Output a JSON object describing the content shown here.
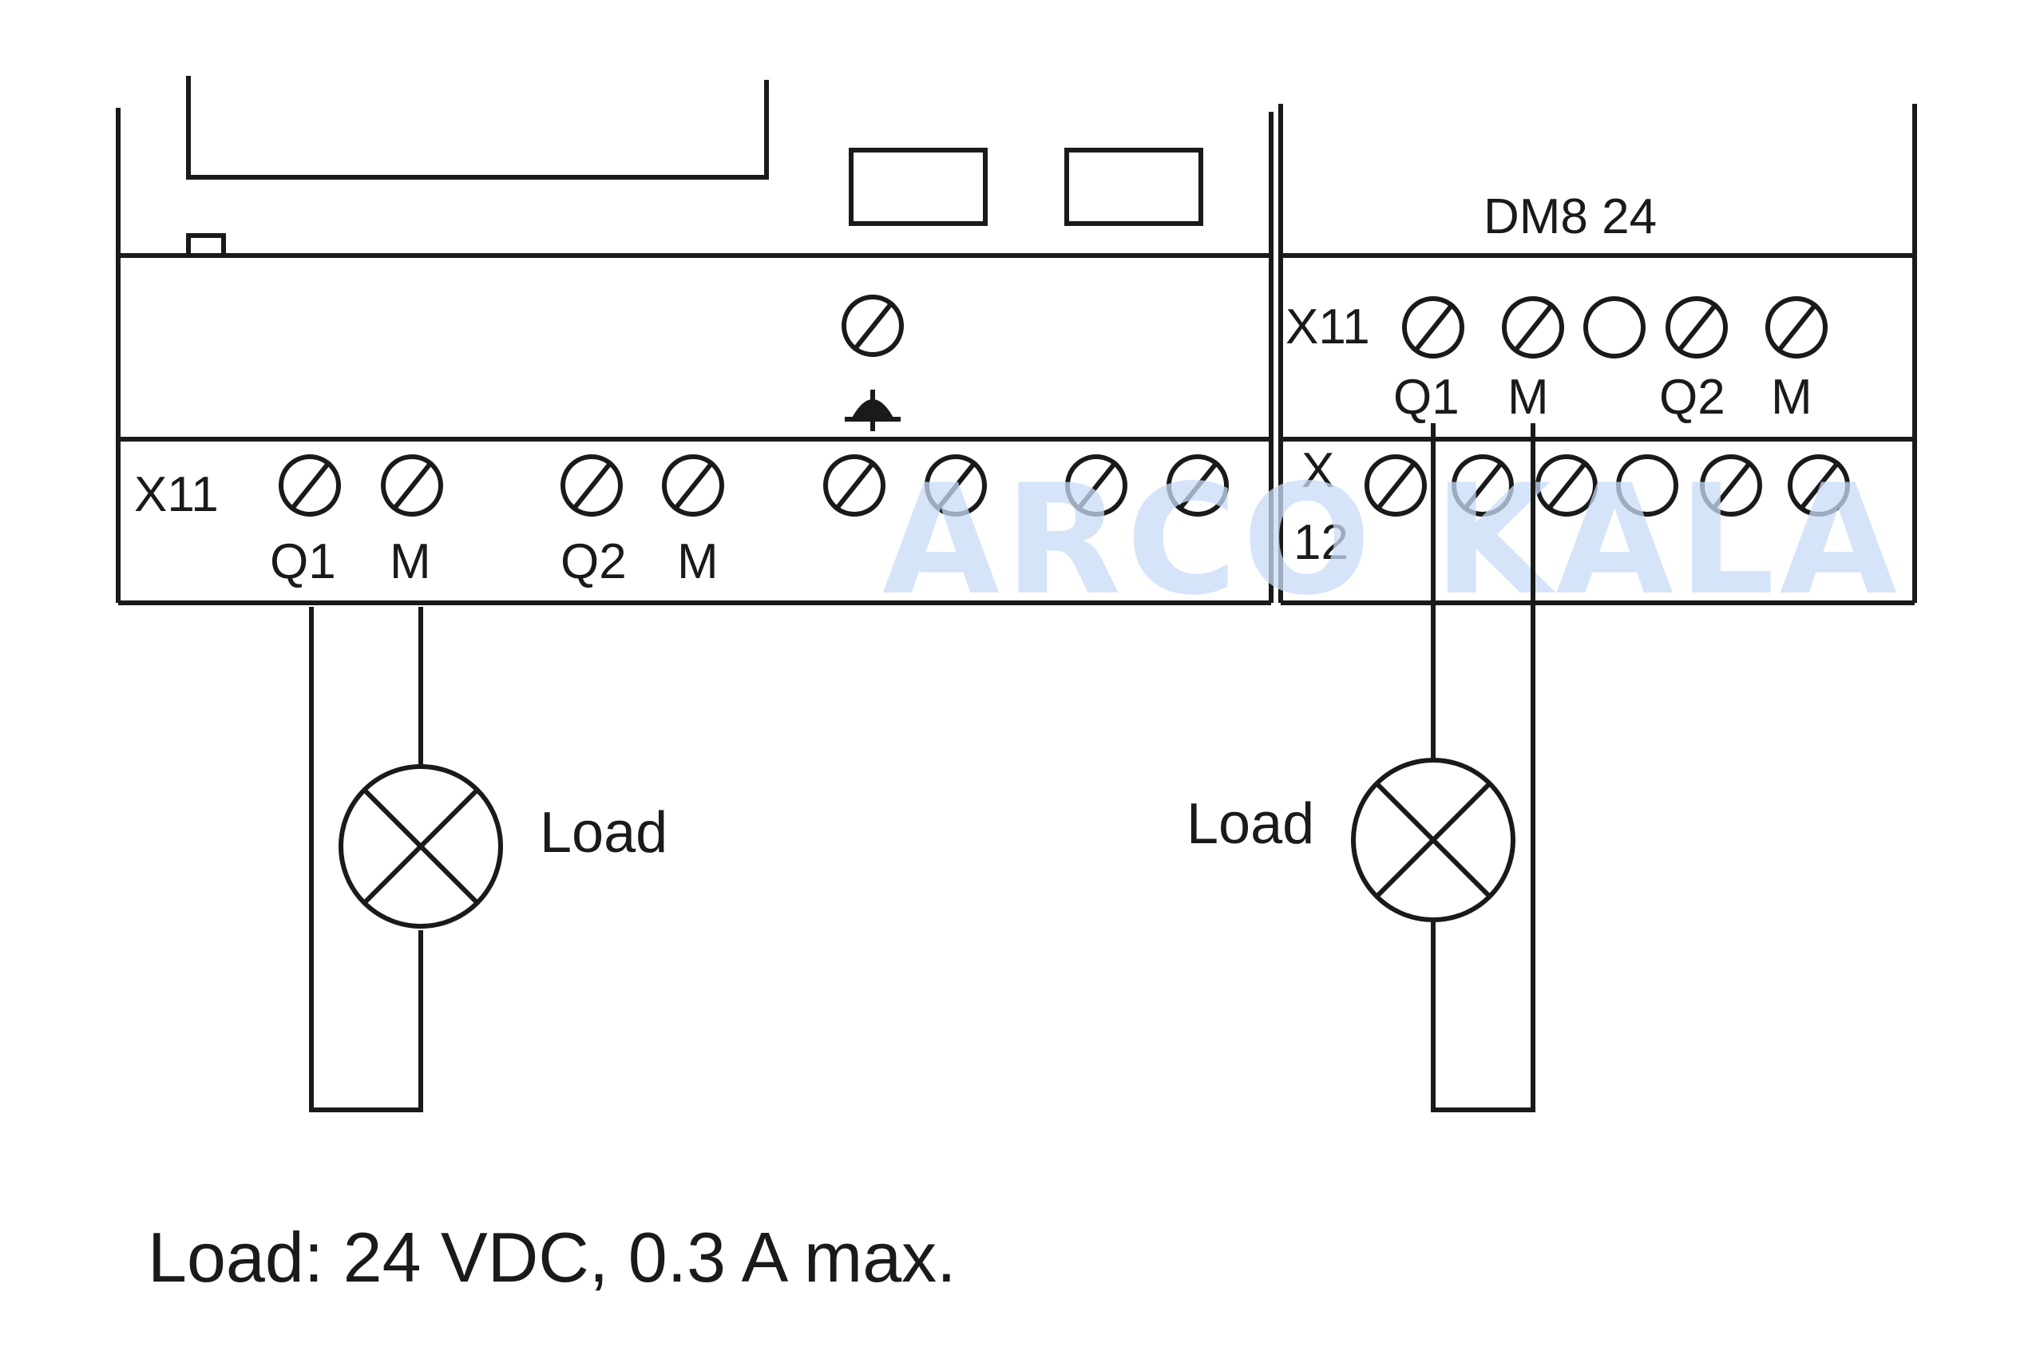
{
  "base_module": {
    "top_connector": {
      "label": "X11",
      "terminals": [
        {
          "label": "Q1",
          "state": "screw"
        },
        {
          "label": "M",
          "state": "screw"
        },
        {
          "label": "Q2",
          "state": "screw"
        },
        {
          "label": "M",
          "state": "screw"
        }
      ]
    },
    "ground_symbol": "earth-icon",
    "label_x": "X11",
    "label_q1": "Q1",
    "label_m1": "M",
    "label_q2": "Q2",
    "label_m2": "M"
  },
  "expansion_module": {
    "name": "DM8 24",
    "top_label": "X11",
    "top_q1": "Q1",
    "top_m1": "M",
    "top_q2": "Q2",
    "top_m2": "M",
    "bottom_label_line1": "X",
    "bottom_label_line2": "12",
    "top_terminals": [
      "screw",
      "screw",
      "empty",
      "screw",
      "screw"
    ],
    "bottom_terminals": [
      "screw",
      "screw",
      "screw",
      "empty",
      "screw",
      "screw"
    ]
  },
  "loads": [
    {
      "label": "Load"
    },
    {
      "label": "Load"
    }
  ],
  "footnote": "Load: 24 VDC, 0.3 A max.",
  "watermark": "ARCO KALA",
  "colors": {
    "line": "#1a1a1a",
    "watermark": "#c9dcf7",
    "background": "#ffffff"
  }
}
